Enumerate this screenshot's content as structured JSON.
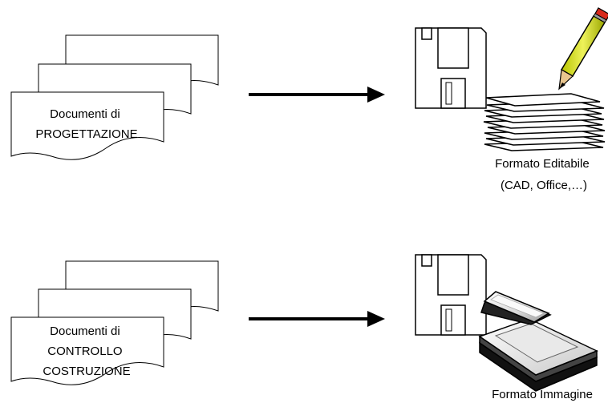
{
  "rows": [
    {
      "document_label_lines": [
        "Documenti di",
        "PROGETTAZIONE"
      ],
      "format_caption_lines": [
        "Formato Editabile",
        "(CAD, Office,…)"
      ],
      "format_icons": [
        "floppy-disk-icon",
        "paper-stack-icon",
        "pencil-icon"
      ]
    },
    {
      "document_label_lines": [
        "Documenti di",
        "CONTROLLO",
        "COSTRUZIONE"
      ],
      "format_caption_lines": [
        "Formato Immagine"
      ],
      "format_icons": [
        "floppy-disk-icon",
        "scanner-icon"
      ]
    }
  ]
}
